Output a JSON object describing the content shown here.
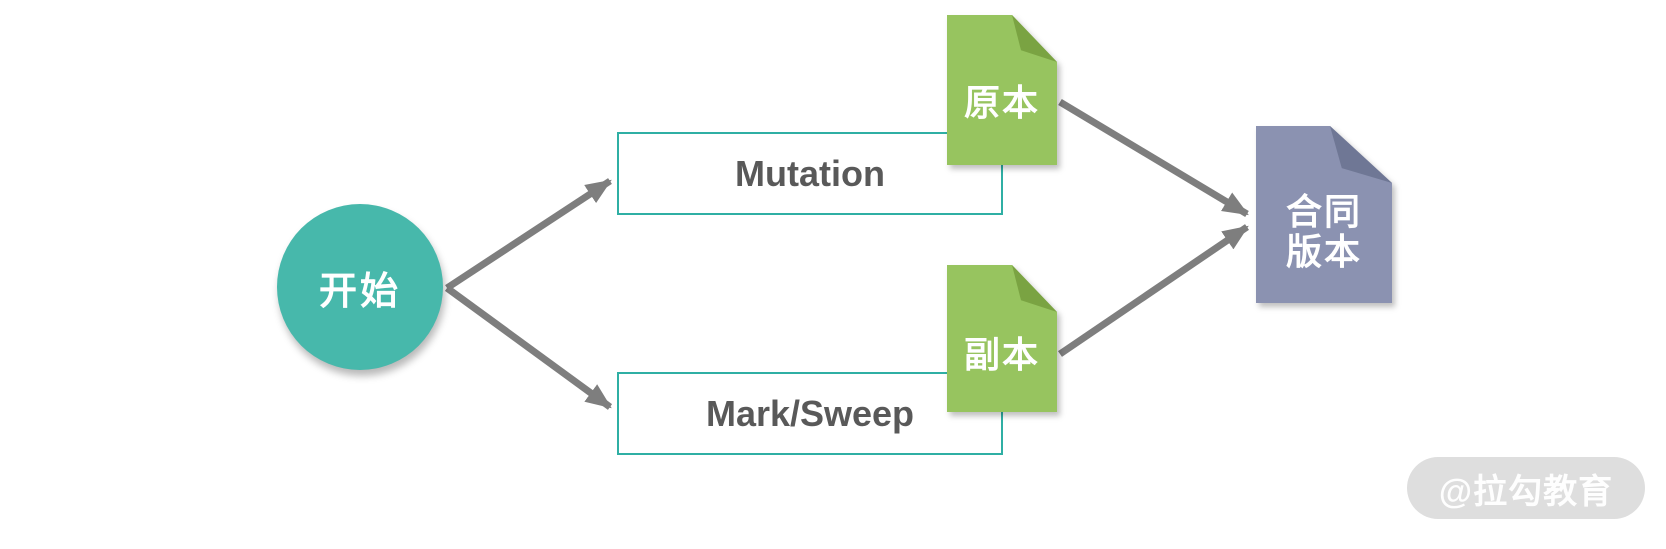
{
  "diagram": {
    "start": {
      "label": "开始"
    },
    "branches": [
      {
        "id": "mutation",
        "label": "Mutation"
      },
      {
        "id": "mark-sweep",
        "label": "Mark/Sweep"
      }
    ],
    "documents": {
      "original": {
        "label": "原本"
      },
      "copy": {
        "label": "副本"
      },
      "merged": {
        "line1": "合同",
        "line2": "版本"
      }
    },
    "edges": [
      {
        "from": "start",
        "to": "mutation"
      },
      {
        "from": "start",
        "to": "mark-sweep"
      },
      {
        "from": "original",
        "to": "merged"
      },
      {
        "from": "copy",
        "to": "merged"
      }
    ],
    "colors": {
      "start_fill": "#47b8ab",
      "box_border": "#2fafa4",
      "box_text": "#595959",
      "doc_green": "#97c45f",
      "doc_green_fold": "#7aa342",
      "doc_purple": "#8b92b1",
      "doc_purple_fold": "#6f7795",
      "arrow": "#7e7e7e",
      "watermark_bg": "#dedede",
      "watermark_text": "#ffffff"
    }
  },
  "watermark": {
    "text": "@拉勾教育"
  }
}
